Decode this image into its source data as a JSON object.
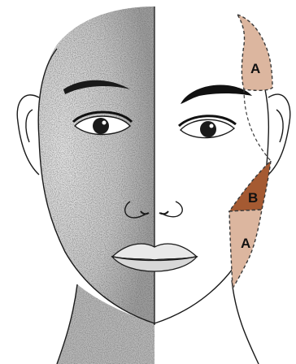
{
  "figure": {
    "zones": [
      {
        "id": "upper-temple",
        "label": "A",
        "color": "#dcb69f"
      },
      {
        "id": "cheekbone",
        "label": "B",
        "color": "#a55a32"
      },
      {
        "id": "lower-jaw",
        "label": "A",
        "color": "#dcb69f"
      }
    ],
    "colors": {
      "background": "#ffffff",
      "line": "#1a1a1a",
      "stipple": "#2a2a2a",
      "zone_outline": "#3a3a3a",
      "shadow": "#6e6e6e"
    },
    "icons": [
      "face-illustration",
      "eye-icon",
      "eyebrow-icon",
      "ear-icon",
      "nose-icon",
      "lips-icon"
    ]
  }
}
